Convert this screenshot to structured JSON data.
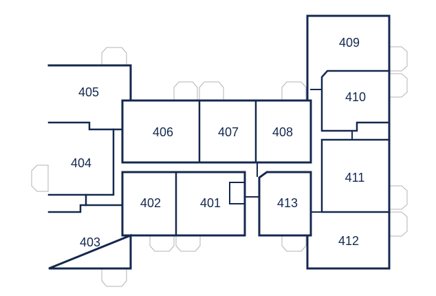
{
  "colors": {
    "wall": "#14284f",
    "room_fill": "#ffffff",
    "door_outline": "#b3b3b3",
    "label": "#14284f"
  },
  "rooms": [
    {
      "id": "r405",
      "label": "405"
    },
    {
      "id": "r404",
      "label": "404"
    },
    {
      "id": "r403",
      "label": "403"
    },
    {
      "id": "r406",
      "label": "406"
    },
    {
      "id": "r407",
      "label": "407"
    },
    {
      "id": "r408",
      "label": "408"
    },
    {
      "id": "r402",
      "label": "402"
    },
    {
      "id": "r401",
      "label": "401"
    },
    {
      "id": "r413",
      "label": "413"
    },
    {
      "id": "r409",
      "label": "409"
    },
    {
      "id": "r410",
      "label": "410"
    },
    {
      "id": "r411",
      "label": "411"
    },
    {
      "id": "r412",
      "label": "412"
    }
  ]
}
